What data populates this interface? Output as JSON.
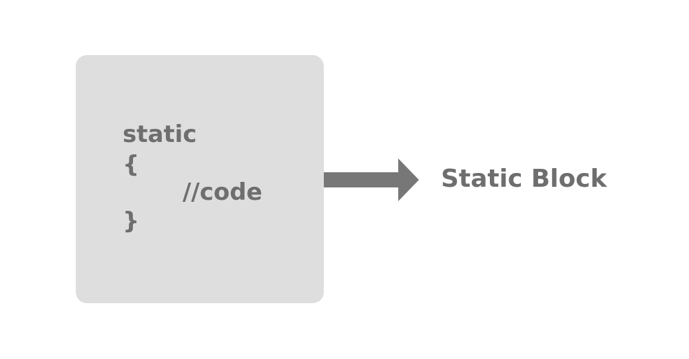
{
  "code_block": {
    "lines": [
      "static",
      "{",
      "//code",
      "}"
    ]
  },
  "label": "Static Block",
  "colors": {
    "box_fill": "#dedede",
    "text": "#6e6e6e",
    "arrow": "#777777"
  }
}
